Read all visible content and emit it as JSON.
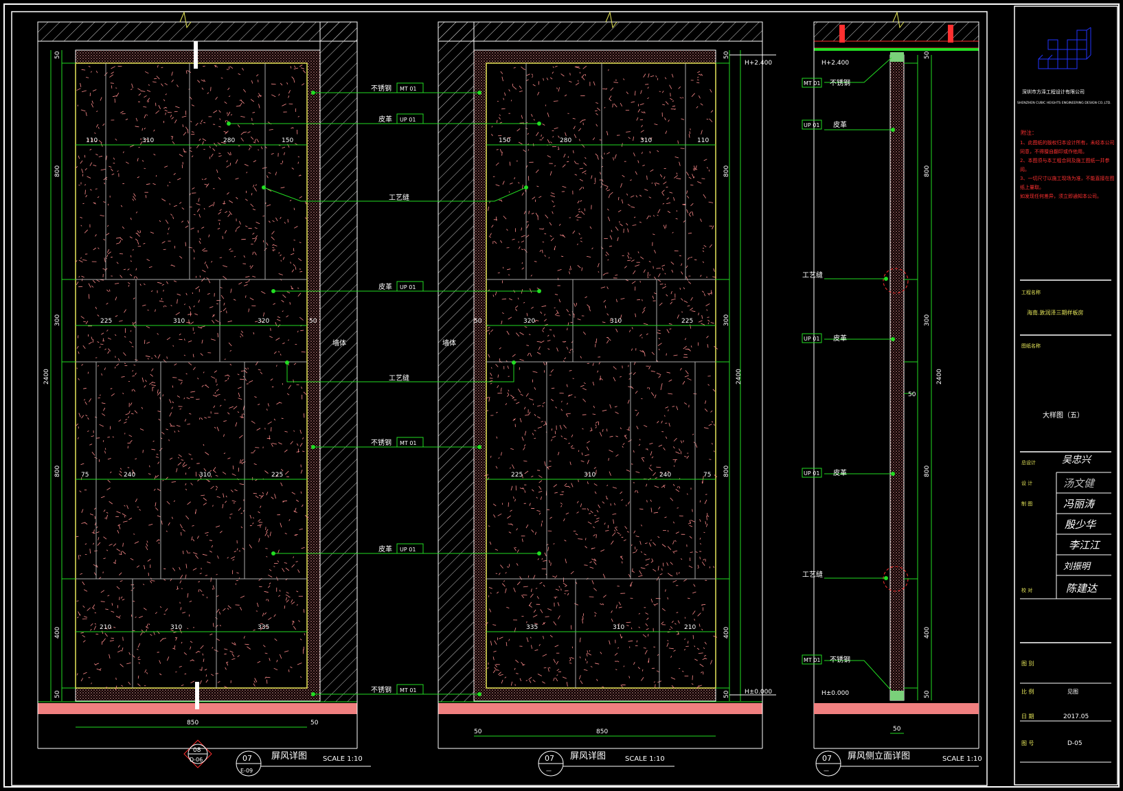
{
  "colors": {
    "background": "#000000",
    "frame": "#ffffff",
    "green": "#22dd22",
    "yellow": "#e8e85a",
    "red": "#ff3030",
    "floor": "#f08080",
    "speckle": "#ff8c8c",
    "magenta": "#ff7ad0",
    "logo": "#2233ff"
  },
  "materials": {
    "steel": "不锈钢",
    "steel_code": "MT 01",
    "leather": "皮革",
    "leather_code": "UP 01",
    "seam": "工艺缝",
    "wall": "墙体"
  },
  "levels": {
    "top": "H+2.400",
    "bottom": "H±0.000",
    "bottom_side": "H±0.000"
  },
  "left_view": {
    "widths_row1": [
      "110",
      "310",
      "280",
      "150"
    ],
    "widths_row2": [
      "225",
      "310",
      "320",
      "50"
    ],
    "widths_row3": [
      "75",
      "240",
      "310",
      "225"
    ],
    "widths_row4": [
      "210",
      "310",
      "335"
    ],
    "heights": [
      "50",
      "800",
      "300",
      "800",
      "400",
      "50"
    ],
    "total_height": "2400",
    "bottom_width": "850",
    "bottom_side": "50"
  },
  "middle_view": {
    "widths_row1": [
      "150",
      "280",
      "310",
      "110"
    ],
    "widths_row2": [
      "50",
      "320",
      "310",
      "225"
    ],
    "widths_row3": [
      "225",
      "310",
      "240",
      "75"
    ],
    "widths_row4": [
      "335",
      "310",
      "210"
    ],
    "bottom_width": "850",
    "bottom_side": "50"
  },
  "side_view": {
    "mid_dim": "50",
    "bottom_dim": "50"
  },
  "titles": {
    "left": {
      "num": "07",
      "ref": "E-09",
      "name": "屏风详图",
      "scale": "SCALE  1:10",
      "callout_num": "08",
      "callout_ref": "D-06"
    },
    "middle": {
      "num": "07",
      "ref": "—",
      "name": "屏风详图",
      "scale": "SCALE  1:10"
    },
    "side": {
      "num": "07",
      "ref": "—",
      "name": "屏风侧立面详图",
      "scale": "SCALE  1:10"
    }
  },
  "titleblock": {
    "company_cn": "深圳市方泽工程设计有限公司",
    "company_en": "SHENZHEN CUBIC HEIGHTS ENGINEERING DESIGN CO.,LTD.",
    "notes_title": "附注：",
    "notes": [
      "1、此图纸的版权归本设计所有，未经本公司同意，不得擅自翻印或作他用。",
      "2、本图须与本工程合同及施工图纸一并参阅。",
      "3、一切尺寸以施工现场为准，不能直接在图纸上量取。",
      "如发现任何差异，须立即通知本公司。"
    ],
    "project_label": "工程名称",
    "project_name": "海南.敦润泽三期样板房",
    "drawing_label": "图纸名称",
    "drawing_name": "大样图（五）",
    "roles": [
      "总设计",
      "设  计",
      "制  图",
      "",
      "",
      "校  对"
    ],
    "signatures": [
      "吴忠兴",
      "汤文健",
      "冯丽涛",
      "殷少华",
      "李江江",
      "刘振明",
      "陈建达"
    ],
    "fields": [
      {
        "label": "图  别",
        "value": ""
      },
      {
        "label": "比  例",
        "value": "见图"
      },
      {
        "label": "日  期",
        "value": "2017.05"
      },
      {
        "label": "图  号",
        "value": "D-05"
      }
    ]
  }
}
